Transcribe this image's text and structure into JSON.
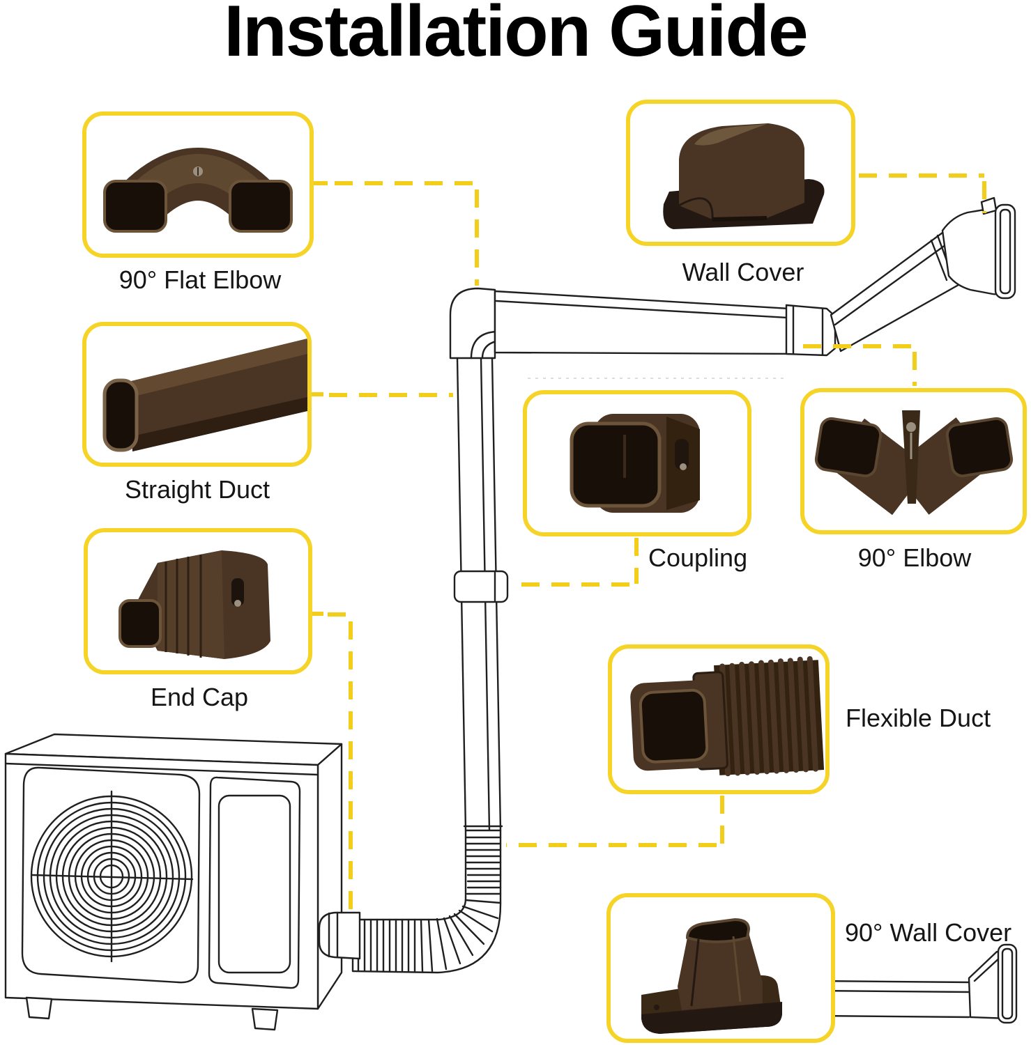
{
  "title": "Installation Guide",
  "colors": {
    "accent_yellow": "#F5D327",
    "leader_yellow": "#F2CE1B",
    "line_art_black": "#1f1f1f",
    "part_brown": "#4a3423",
    "part_brown_dark": "#2e1f12",
    "part_opening": "#181008",
    "label_text": "#151515"
  },
  "callouts": [
    {
      "label": "90° Flat Elbow",
      "icon": "flat-elbow-photo"
    },
    {
      "label": "Straight Duct",
      "icon": "straight-duct-photo"
    },
    {
      "label": "End Cap",
      "icon": "end-cap-photo"
    },
    {
      "label": "Wall Cover",
      "icon": "wall-cover-photo"
    },
    {
      "label": "Coupling",
      "icon": "coupling-photo"
    },
    {
      "label": "90° Elbow",
      "icon": "elbow-90-photo"
    },
    {
      "label": "Flexible Duct",
      "icon": "flexible-duct-photo"
    },
    {
      "label": "90° Wall Cover",
      "icon": "wall-cover-90-photo"
    }
  ]
}
